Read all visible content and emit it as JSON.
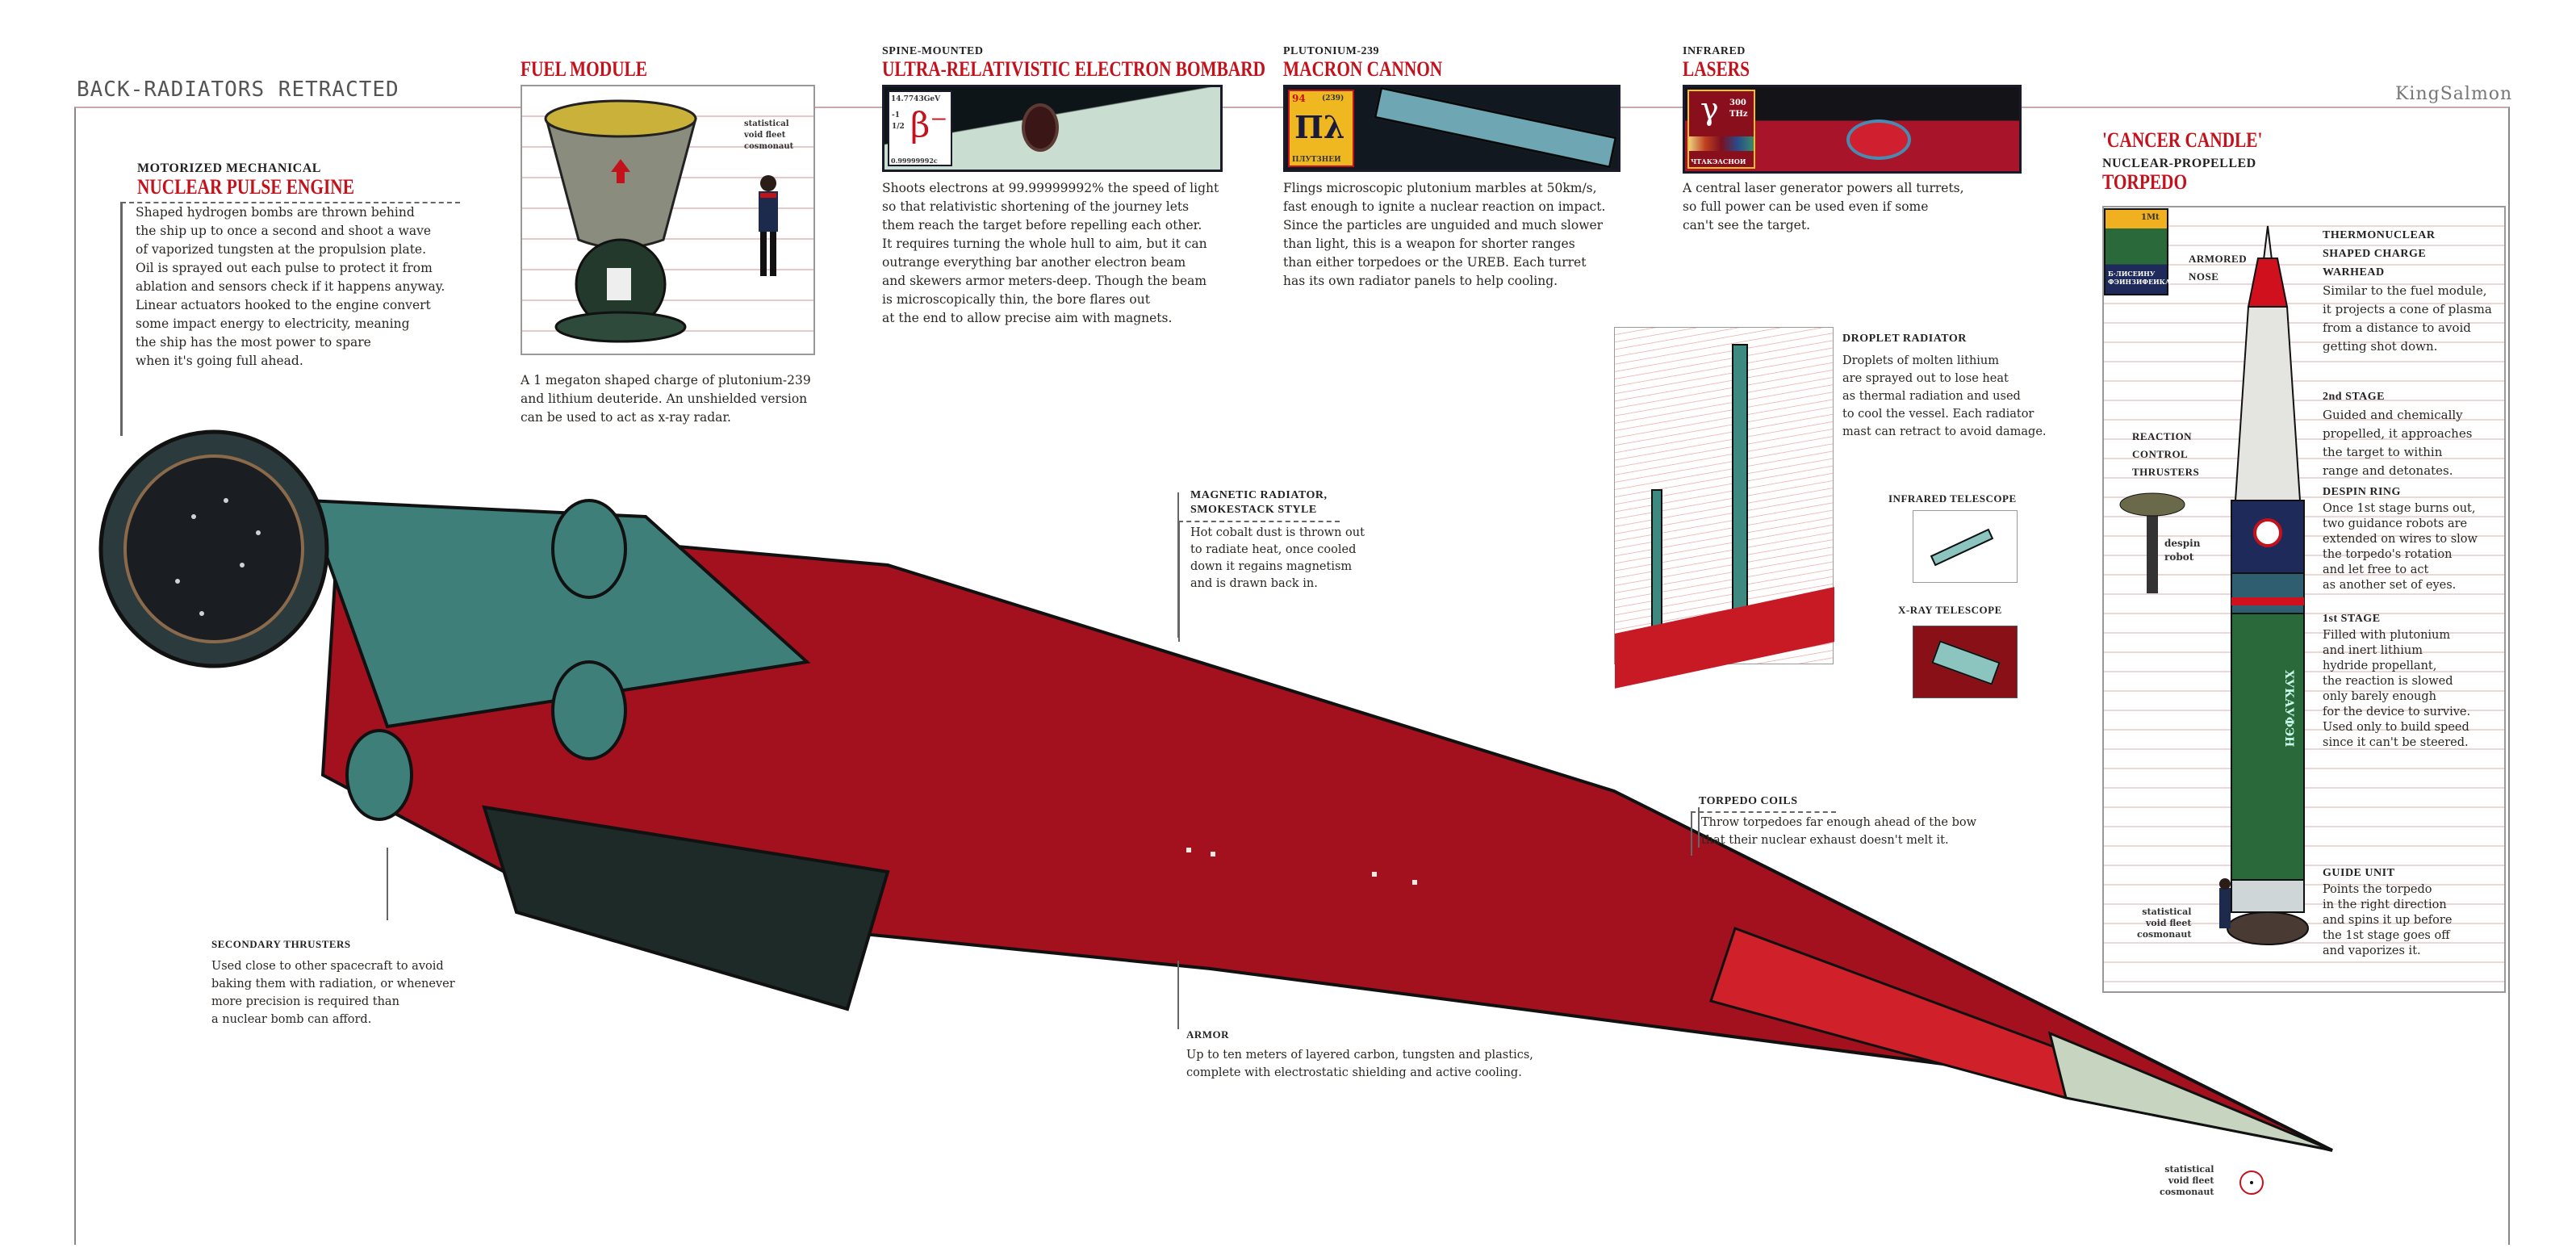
{
  "header": {
    "mode_label": "BACK-RADIATORS RETRACTED",
    "ship_name": "KingSalmon"
  },
  "engine": {
    "subtitle": "MOTORIZED MECHANICAL",
    "title": "NUCLEAR PULSE ENGINE",
    "text": "Shaped hydrogen bombs are thrown behind\nthe ship up to once a second and shoot a wave\nof vaporized tungsten at the propulsion plate.\nOil is sprayed out each pulse to protect it from\nablation and sensors check if it happens anyway.\nLinear actuators hooked to the engine convert\nsome impact energy to electricity, meaning\nthe ship has the most power to spare\nwhen it's going full ahead."
  },
  "fuel_module": {
    "title": "FUEL MODULE",
    "cosmonaut_label": "statistical\nvoid fleet\ncosmonaut",
    "text": "A 1 megaton shaped charge of plutonium-239\nand lithium deuteride. An unshielded version\ncan be used to act as x-ray radar."
  },
  "ureb": {
    "subtitle": "SPINE-MOUNTED",
    "title": "ULTRA-RELATIVISTIC ELECTRON BOMBARD",
    "card_top": "14.7743GeV",
    "card_symbol": "β⁻",
    "card_side": "-1\n1/2",
    "card_bottom": "0.99999992c",
    "text": "Shoots electrons at 99.99999992% the speed of light\nso that relativistic shortening of the journey lets\nthem reach the target before repelling each other.\nIt requires turning the whole hull to aim, but it can\noutrange everything bar another electron beam\nand skewers armor meters-deep. Though the beam\nis microscopically thin, the bore flares out\nat the end to allow precise aim with magnets."
  },
  "macron": {
    "subtitle": "PLUTONIUM-239",
    "title": "MACRON CANNON",
    "card_num": "94",
    "card_mass": "(239)",
    "card_symbol": "Πλ",
    "card_name": "ПЛУТ3НЕИ",
    "text": "Flings microscopic plutonium marbles at 50km/s,\nfast enough to ignite a nuclear reaction on impact.\nSince the particles are unguided and much slower\nthan light, this is a weapon for shorter ranges\nthan either torpedoes or the UREB. Each turret\nhas its own radiator panels to help cooling."
  },
  "lasers": {
    "subtitle": "INFRARED",
    "title": "LASERS",
    "card_symbol": "γ",
    "card_freq": "300\nTHz",
    "card_name": "ЧТАКЭАСНОИ",
    "text": "A central laser generator powers all turrets,\nso full power can be used even if some\ncan't see the target."
  },
  "torpedo": {
    "nickname": "'CANCER CANDLE'",
    "subtitle": "NUCLEAR-PROPELLED",
    "title": "TORPEDO",
    "card_yield": "1Mt",
    "card_name": "Б·ЛИСЕИНУ\nФЭИНЗИФЕИКА",
    "armored_nose": "ARMORED\nNOSE",
    "rcs": "REACTION\nCONTROL\nTHRUSTERS",
    "despin_robot": "despin\nrobot",
    "cosmonaut_label": "statistical\nvoid fleet\ncosmonaut",
    "hull_text": "ХУКАУФЭН",
    "sections": [
      {
        "title": "THERMONUCLEAR\nSHAPED CHARGE\nWARHEAD",
        "text": "Similar to the fuel module,\nit projects a cone of plasma\nfrom a distance to avoid\ngetting shot down."
      },
      {
        "title": "2nd STAGE",
        "text": "Guided and chemically\npropelled, it approaches\nthe target to within\nrange and detonates."
      },
      {
        "title": "DESPIN RING",
        "text": "Once 1st stage burns out,\ntwo guidance robots are\nextended on wires to slow\nthe torpedo's rotation\nand let free to act\nas another set of eyes."
      },
      {
        "title": "1st STAGE",
        "text": "Filled with plutonium\nand inert lithium\nhydride propellant,\nthe reaction is slowed\nonly barely enough\nfor the device to survive.\nUsed only to build speed\nsince it can't be steered."
      },
      {
        "title": "GUIDE UNIT",
        "text": "Points the torpedo\nin the right direction\nand spins it up before\nthe 1st stage goes off\nand vaporizes it."
      }
    ]
  },
  "droplet": {
    "title": "DROPLET RADIATOR",
    "text": "Droplets of molten lithium\nare sprayed out to lose heat\nas thermal radiation and used\nto cool the vessel. Each radiator\nmast can retract to avoid damage."
  },
  "telescopes": {
    "infrared": "INFRARED TELESCOPE",
    "xray": "X-RAY TELESCOPE"
  },
  "magnetic": {
    "title": "MAGNETIC RADIATOR,\nSMOKESTACK STYLE",
    "text": "Hot cobalt dust is thrown out\nto radiate heat, once cooled\ndown it regains magnetism\nand is drawn back in."
  },
  "coils": {
    "title": "TORPEDO COILS",
    "text": "Throw torpedoes far enough ahead of the bow\nthat their nuclear exhaust doesn't melt it."
  },
  "armor": {
    "title": "ARMOR",
    "text": "Up to ten meters of layered carbon, tungsten and plastics,\ncomplete with electrostatic shielding and active cooling."
  },
  "secondary": {
    "title": "SECONDARY THRUSTERS",
    "text": "Used close to other spacecraft to avoid\nbaking them with radiation, or whenever\nmore precision is required than\na nuclear bomb can afford."
  },
  "scale_note": {
    "label": "statistical\nvoid fleet\ncosmonaut"
  },
  "colors": {
    "accent_red": "#c3121c",
    "hull_red": "#a3111e",
    "teal": "#3f7f7a",
    "dark": "#1c2a2c"
  }
}
